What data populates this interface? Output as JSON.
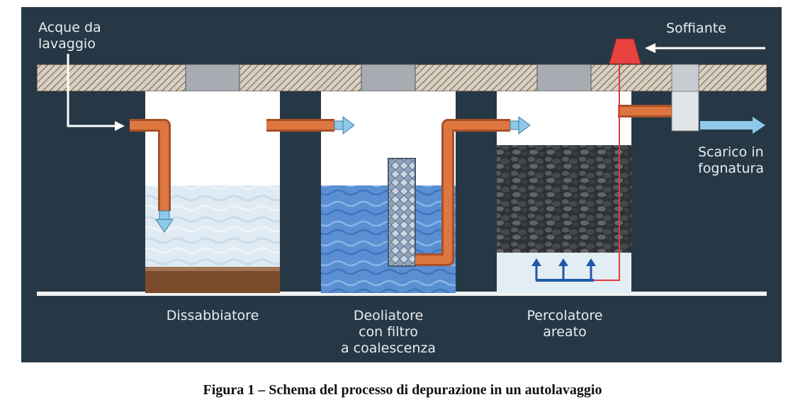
{
  "diagram": {
    "labels": {
      "inlet_line1": "Acque da",
      "inlet_line2": "lavaggio",
      "blower": "Soffiante",
      "outlet_line1": "Scarico in",
      "outlet_line2": "fognatura",
      "tank1": "Dissabbiatore",
      "tank2_line1": "Deoliatore",
      "tank2_line2": "con filtro",
      "tank2_line3": "a coalescenza",
      "tank3_line1": "Percolatore",
      "tank3_line2": "areato"
    },
    "colors": {
      "background": "#263845",
      "pipe": "#d9703a",
      "flow_arrow": "#8ec9ea",
      "air_line": "#e23b3b",
      "blower": "#e8413f",
      "diffuser": "#1f58a8",
      "sediment": "#7a4a2a",
      "water": "#5e93d6",
      "gravel": "#3a3d40"
    }
  },
  "caption": "Figura 1 – Schema del processo di depurazione in un autolavaggio"
}
